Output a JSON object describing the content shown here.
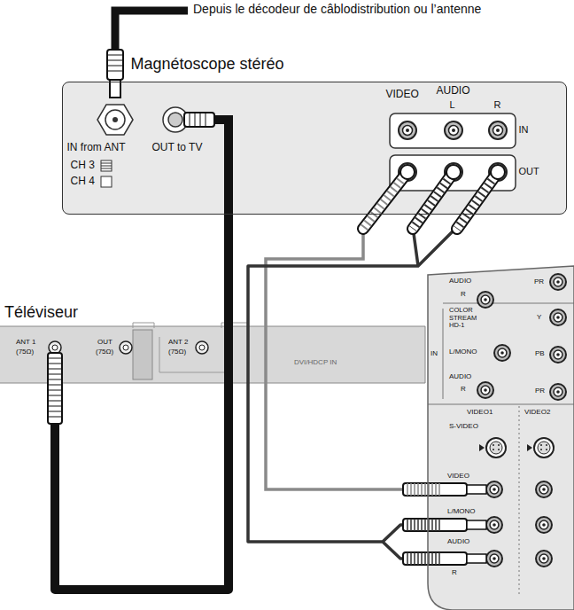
{
  "diagram": {
    "nodes": [
      {
        "text": [
          "Magnétoscope stéréo",
          "IN from ANT",
          "OUT to TV",
          "CH 3",
          "CH 4",
          "VIDEO",
          "AUDIO",
          "L",
          "R",
          "IN",
          "OUT"
        ]
      },
      {
        "text": [
          "Téléviseur",
          "ANT 1",
          "(75Ω)",
          "OUT",
          "(75Ω)",
          "ANT 2",
          "(75Ω)",
          "DVI/HDCP IN"
        ]
      },
      {
        "text": [
          "AUDIO",
          "R",
          "PR",
          "COLOR STREAM HD-1",
          "Y",
          "IN",
          "L/MONO",
          "AUDIO",
          "R",
          "PB",
          "PR",
          "VIDEO1",
          "VIDEO2",
          "S-VIDEO",
          "VIDEO",
          "L/MONO",
          "AUDIO",
          "R"
        ]
      }
    ],
    "edges": [
      {
        "from": 0,
        "to": 1,
        "arrow": "none"
      },
      {
        "from": 0,
        "to": 2,
        "arrow": "none"
      }
    ],
    "labels": [
      "Depuis le décodeur de câblodistribution ou l’antenne"
    ]
  }
}
